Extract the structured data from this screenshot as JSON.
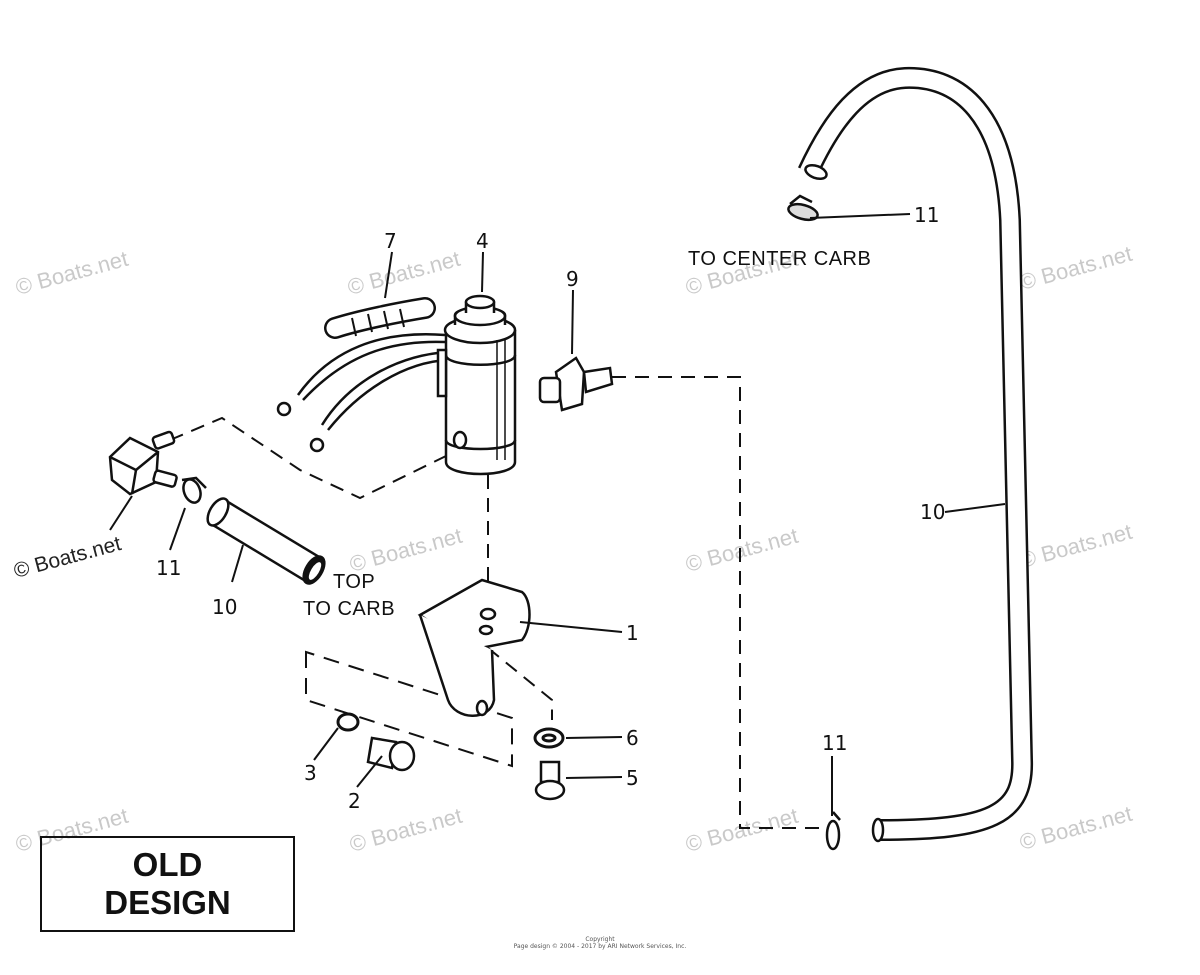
{
  "watermark": "© Boats.net",
  "callouts": {
    "c1": "1",
    "c2": "2",
    "c3": "3",
    "c4": "4",
    "c5": "5",
    "c6": "6",
    "c7": "7",
    "c9": "9",
    "c10a": "10",
    "c10b": "10",
    "c11a": "11",
    "c11b": "11",
    "c11c": "11"
  },
  "labels": {
    "to_center_carb": "TO CENTER CARB",
    "top": "TOP",
    "to_carb": "TO CARB"
  },
  "badge": {
    "line1": "OLD",
    "line2": "DESIGN"
  },
  "footer": {
    "line1": "Copyright",
    "line2": "Page design © 2004 - 2017 by ARI Network Services, Inc."
  }
}
